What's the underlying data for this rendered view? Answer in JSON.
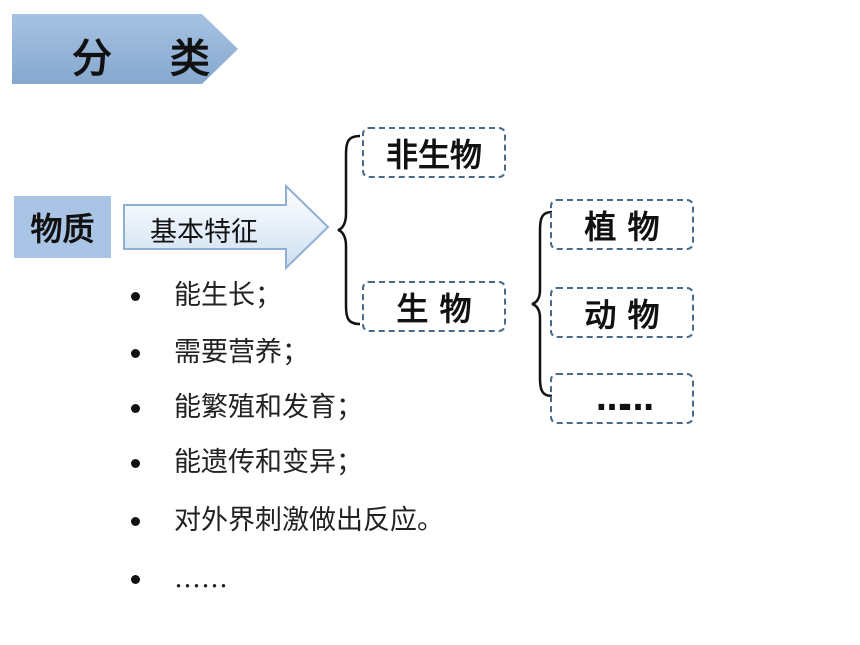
{
  "title": "分 类",
  "matter_label": "物质",
  "arrow_label": "基本特征",
  "level1": {
    "nonliving": "非生物",
    "living": "生 物"
  },
  "level2": {
    "plants": "植 物",
    "animals": "动 物",
    "more": "……"
  },
  "bullets": [
    "能生长；",
    "需要营养；",
    "能繁殖和发育；",
    "能遗传和变异；",
    "对外界刺激做出反应。",
    "……"
  ],
  "colors": {
    "banner": "#8fb0d4",
    "matter_box": "#a9c4e4",
    "arrow_fill": "#dce8f5",
    "arrow_stroke": "#8fb0d4",
    "dash_border": "#4a6a8a"
  }
}
